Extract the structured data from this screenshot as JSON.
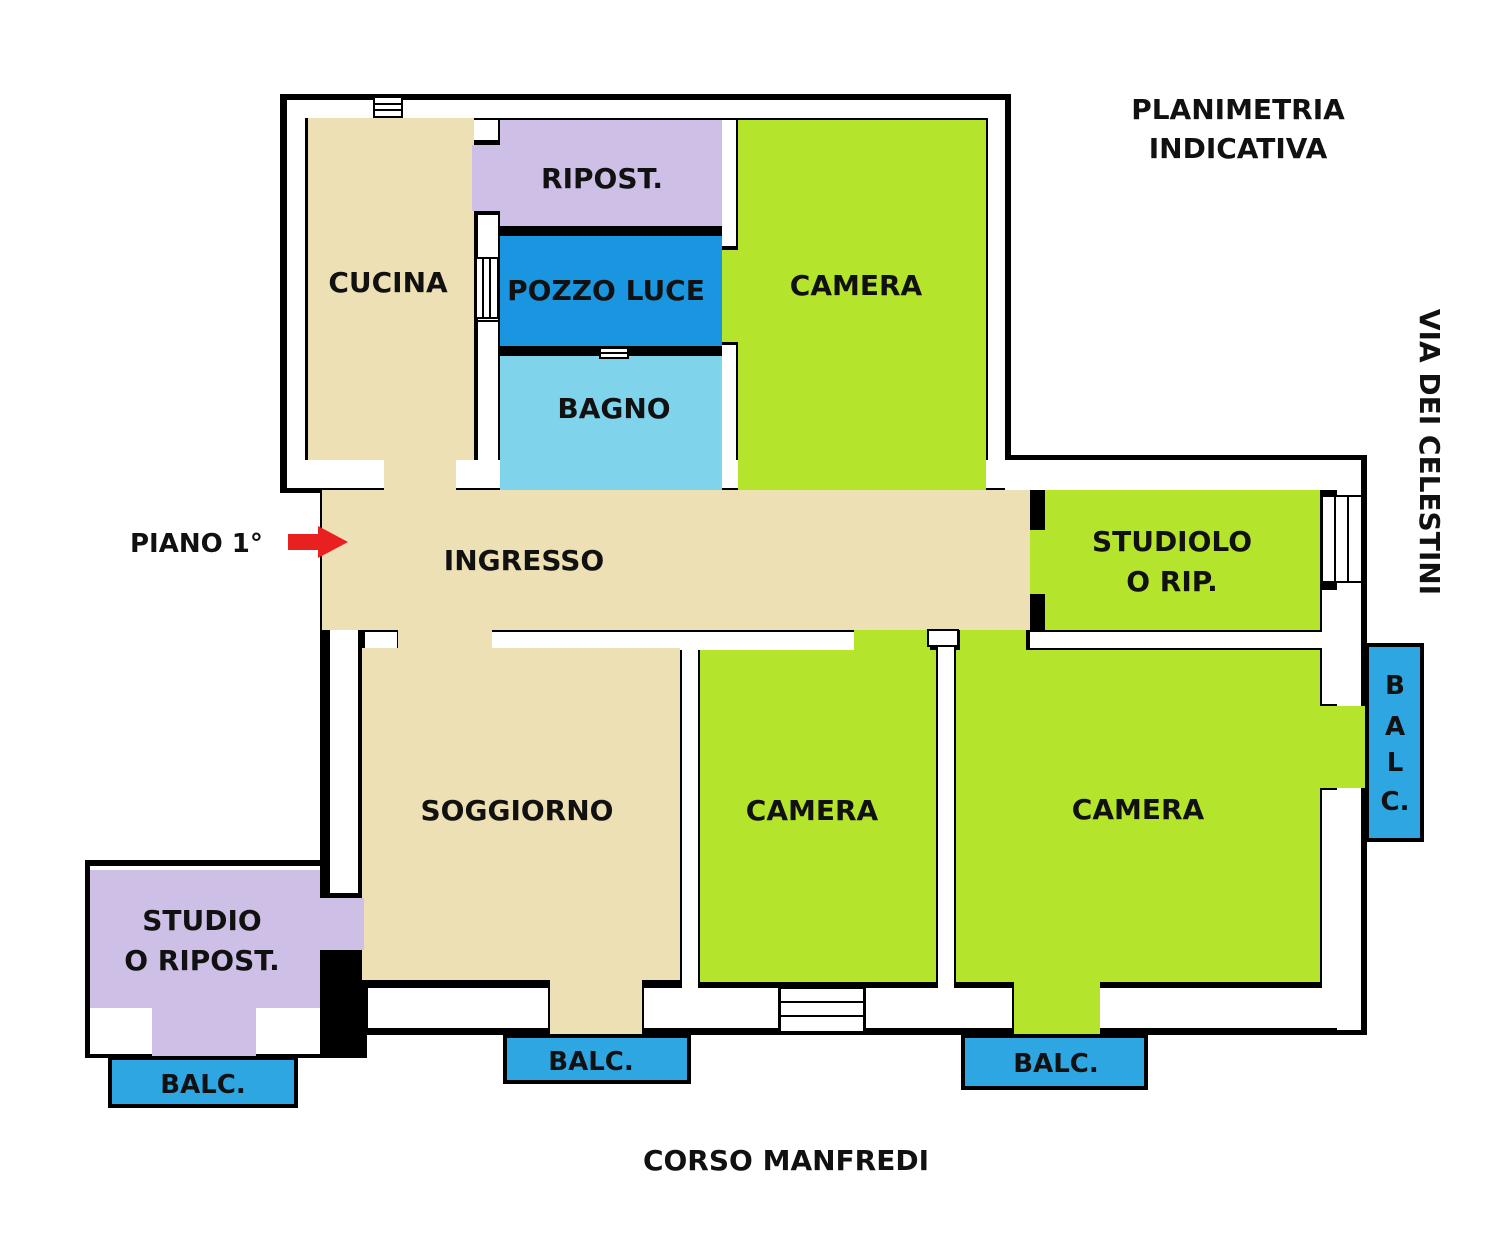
{
  "title": {
    "line1": "PLANIMETRIA",
    "line2": "INDICATIVA"
  },
  "floor_label": "PIANO 1°",
  "street_east": "VIA DEI CELESTINI",
  "street_south": "CORSO MANFREDI",
  "colors": {
    "kitchen_living": "#ede0b5",
    "storage": "#cdbfe6",
    "light_well": "#1a96e0",
    "bathroom": "#7fd4ec",
    "bedroom": "#b4e42c",
    "balcony": "#2ea6e2",
    "wall": "#000000",
    "entry_arrow": "#e8201f"
  },
  "rooms": {
    "cucina": "CUCINA",
    "ripostiglio": "RIPOST.",
    "pozzo_luce": "POZZO LUCE",
    "bagno": "BAGNO",
    "camera_nord": "CAMERA",
    "ingresso": "INGRESSO",
    "studiolo_line1": "STUDIOLO",
    "studiolo_line2": "O RIP.",
    "soggiorno": "SOGGIORNO",
    "camera_centro": "CAMERA",
    "camera_est": "CAMERA",
    "studio_line1": "STUDIO",
    "studio_line2": "O RIPOST."
  },
  "balconies": {
    "ovest": "BALC.",
    "centro": "BALC.",
    "sud_est": "BALC.",
    "est_letters": [
      "B",
      "A",
      "L",
      "C."
    ]
  }
}
